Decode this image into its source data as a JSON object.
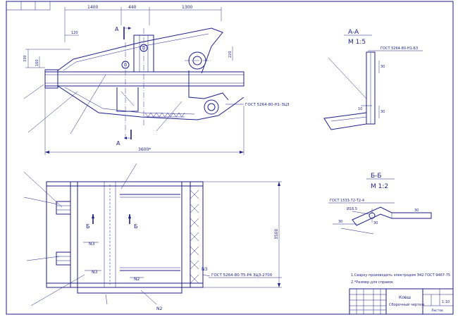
{
  "drawing": {
    "colors": {
      "ink": "#1d1d8a",
      "paper": "#ffffff"
    },
    "front_view": {
      "dims_top": [
        "1400",
        "440",
        "1300"
      ],
      "dim_120": "120",
      "dim_330": "330",
      "dim_160": "160",
      "dim_220": "220",
      "overall_length": "3600*",
      "section_mark_a": "A",
      "gost_note": "ГОСТ 5264-80-Н1-ЗЦЗ"
    },
    "section_aa": {
      "title": "A-A",
      "scale": "M 1:5",
      "gost": "ГОСТ 5264-80-Н1-Б3",
      "dim_a": "30",
      "dim_b": "30",
      "dim_c": "10"
    },
    "section_bb": {
      "title": "Б-Б",
      "scale": "M 1:2",
      "gost": "ГОСТ 1533-72-Т2-4",
      "dia": "Ø16,5",
      "dim_30a": "30",
      "dim_30b": "30",
      "dim_30c": "30"
    },
    "plan_view": {
      "section_mark_b": "Б",
      "height_dim": "3500",
      "weld_note": "ГОСТ 5264-80-Т5-Р4 ЗЦЗ-2700",
      "n3_labels": [
        "N3",
        "N3",
        "N3"
      ],
      "n2_labels": [
        "N2",
        "N2"
      ]
    },
    "notes": {
      "line1": "1.Сварку производить электродом Э42 ГОСТ 9467-75",
      "line2": "2.*Размер для справок"
    },
    "title_block": {
      "name": "Ковш",
      "subtitle": "Сборочный чертеж",
      "scale": "1:10",
      "sheets": "Листов"
    }
  }
}
